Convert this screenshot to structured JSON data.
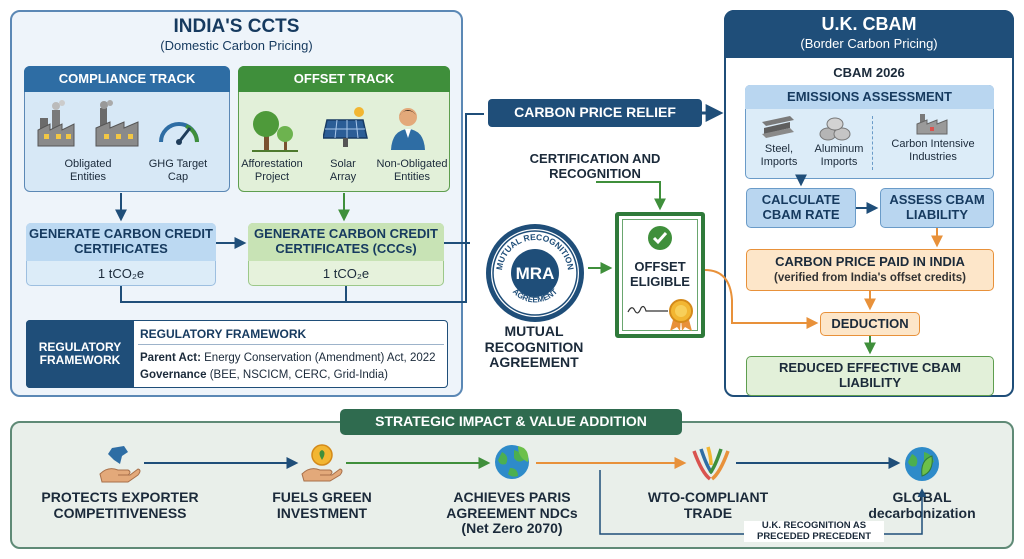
{
  "india": {
    "title": "INDIA'S CCTS",
    "subtitle": "(Domestic Carbon Pricing)",
    "compliance": {
      "header": "COMPLIANCE TRACK",
      "items": [
        "Obligated Entities",
        "GHG Target Cap"
      ]
    },
    "offset": {
      "header": "OFFSET TRACK",
      "items": [
        "Afforestation Project",
        "Solar Array",
        "Non-Obligated Entities"
      ]
    },
    "generate_left": {
      "title": "GENERATE CARBON CREDIT CERTIFICATES",
      "unit": "1 tCO₂e"
    },
    "generate_right": {
      "title": "GENERATE CARBON CREDIT CERTIFICATES (CCCs)",
      "unit": "1 tCO₂e"
    },
    "regulatory": {
      "side_label": "REGULATORY FRAMEWORK",
      "header": "REGULATORY FRAMEWORK",
      "parent_act_label": "Parent Act:",
      "parent_act_value": "Energy Conservation (Amendment) Act, 2022",
      "governance_label": "Governance",
      "governance_value": "(BEE, NSCICM, CERC, Grid-India)"
    }
  },
  "middle": {
    "relief": "CARBON PRICE RELIEF",
    "certification": "CERTIFICATION AND RECOGNITION",
    "seal_top_text": "MUTUAL RECOGNITION",
    "seal_bottom_text": "AGREEMENT",
    "seal_center": "MRA",
    "mra_caption": "MUTUAL RECOGNITION AGREEMENT",
    "offset_eligible": "OFFSET ELIGIBLE"
  },
  "uk": {
    "title": "U.K. CBAM",
    "subtitle": "(Border Carbon Pricing)",
    "cbam_year": "CBAM 2026",
    "emissions": {
      "header": "EMISSIONS ASSESSMENT",
      "items": [
        "Steel, Imports",
        "Aluminum Imports",
        "Carbon Intensive Industries"
      ]
    },
    "calc_rate": "CALCULATE CBAM RATE",
    "assess": "ASSESS CBAM LIABILITY",
    "paid": {
      "title": "CARBON PRICE PAID IN INDIA",
      "sub": "(verified from India's offset credits)"
    },
    "deduction": "DEDUCTION",
    "reduced": "REDUCED EFFECTIVE CBAM LIABILITY"
  },
  "impact": {
    "title": "STRATEGIC IMPACT & VALUE ADDITION",
    "items": [
      {
        "label": "PROTECTS EXPORTER COMPETITIVENESS",
        "icon": "hand-map-icon"
      },
      {
        "label": "FUELS GREEN INVESTMENT",
        "icon": "hand-coin-icon"
      },
      {
        "label": "ACHIEVES PARIS AGREEMENT NDCs (Net Zero 2070)",
        "icon": "globe-leaf-icon"
      },
      {
        "label": "WTO-COMPLIANT TRADE",
        "icon": "wto-logo-icon"
      },
      {
        "label": "GLOBAL decarbonization",
        "icon": "globe-leaf-icon"
      }
    ],
    "precedent": "U.K. RECOGNITION AS PRECEDED PRECEDENT"
  },
  "colors": {
    "navy": "#1f4e79",
    "blue_header": "#2e6da4",
    "green_header": "#3f8f3b",
    "light_blue": "#dcecf8",
    "light_green": "#e2f0d9",
    "orange": "#e8913a",
    "light_orange": "#fde6c9",
    "impact_teal": "#2f6b4f"
  }
}
